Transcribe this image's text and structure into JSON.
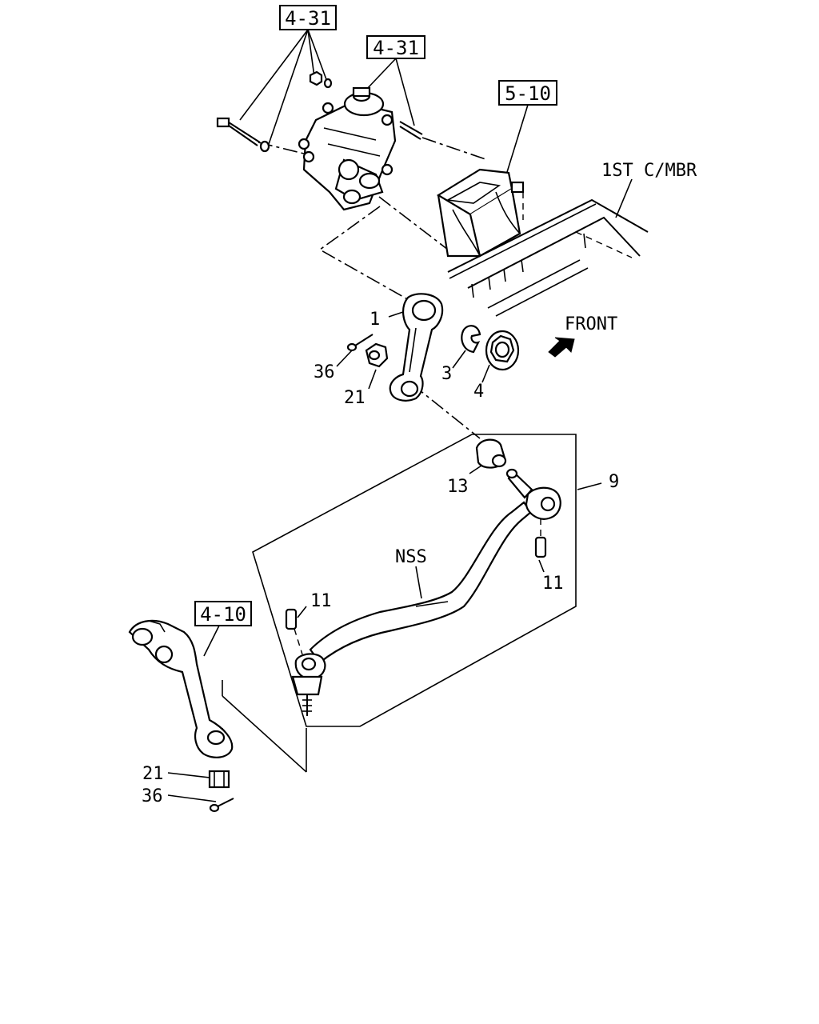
{
  "refs": {
    "steering_gear_a": "4-31",
    "steering_gear_b": "4-31",
    "frame_bracket": "5-10",
    "pitman_arm": "4-10"
  },
  "labels": {
    "crossmember": "1ST C/MBR",
    "front": "FRONT",
    "nss": "NSS",
    "p1": "1",
    "p3": "3",
    "p4": "4",
    "p9": "9",
    "p11_left": "11",
    "p11_right": "11",
    "p13": "13",
    "p21_top": "21",
    "p21_bottom": "21",
    "p36_top": "36",
    "p36_bottom": "36"
  },
  "icons": {
    "front_arrow": "front-arrow-icon"
  }
}
